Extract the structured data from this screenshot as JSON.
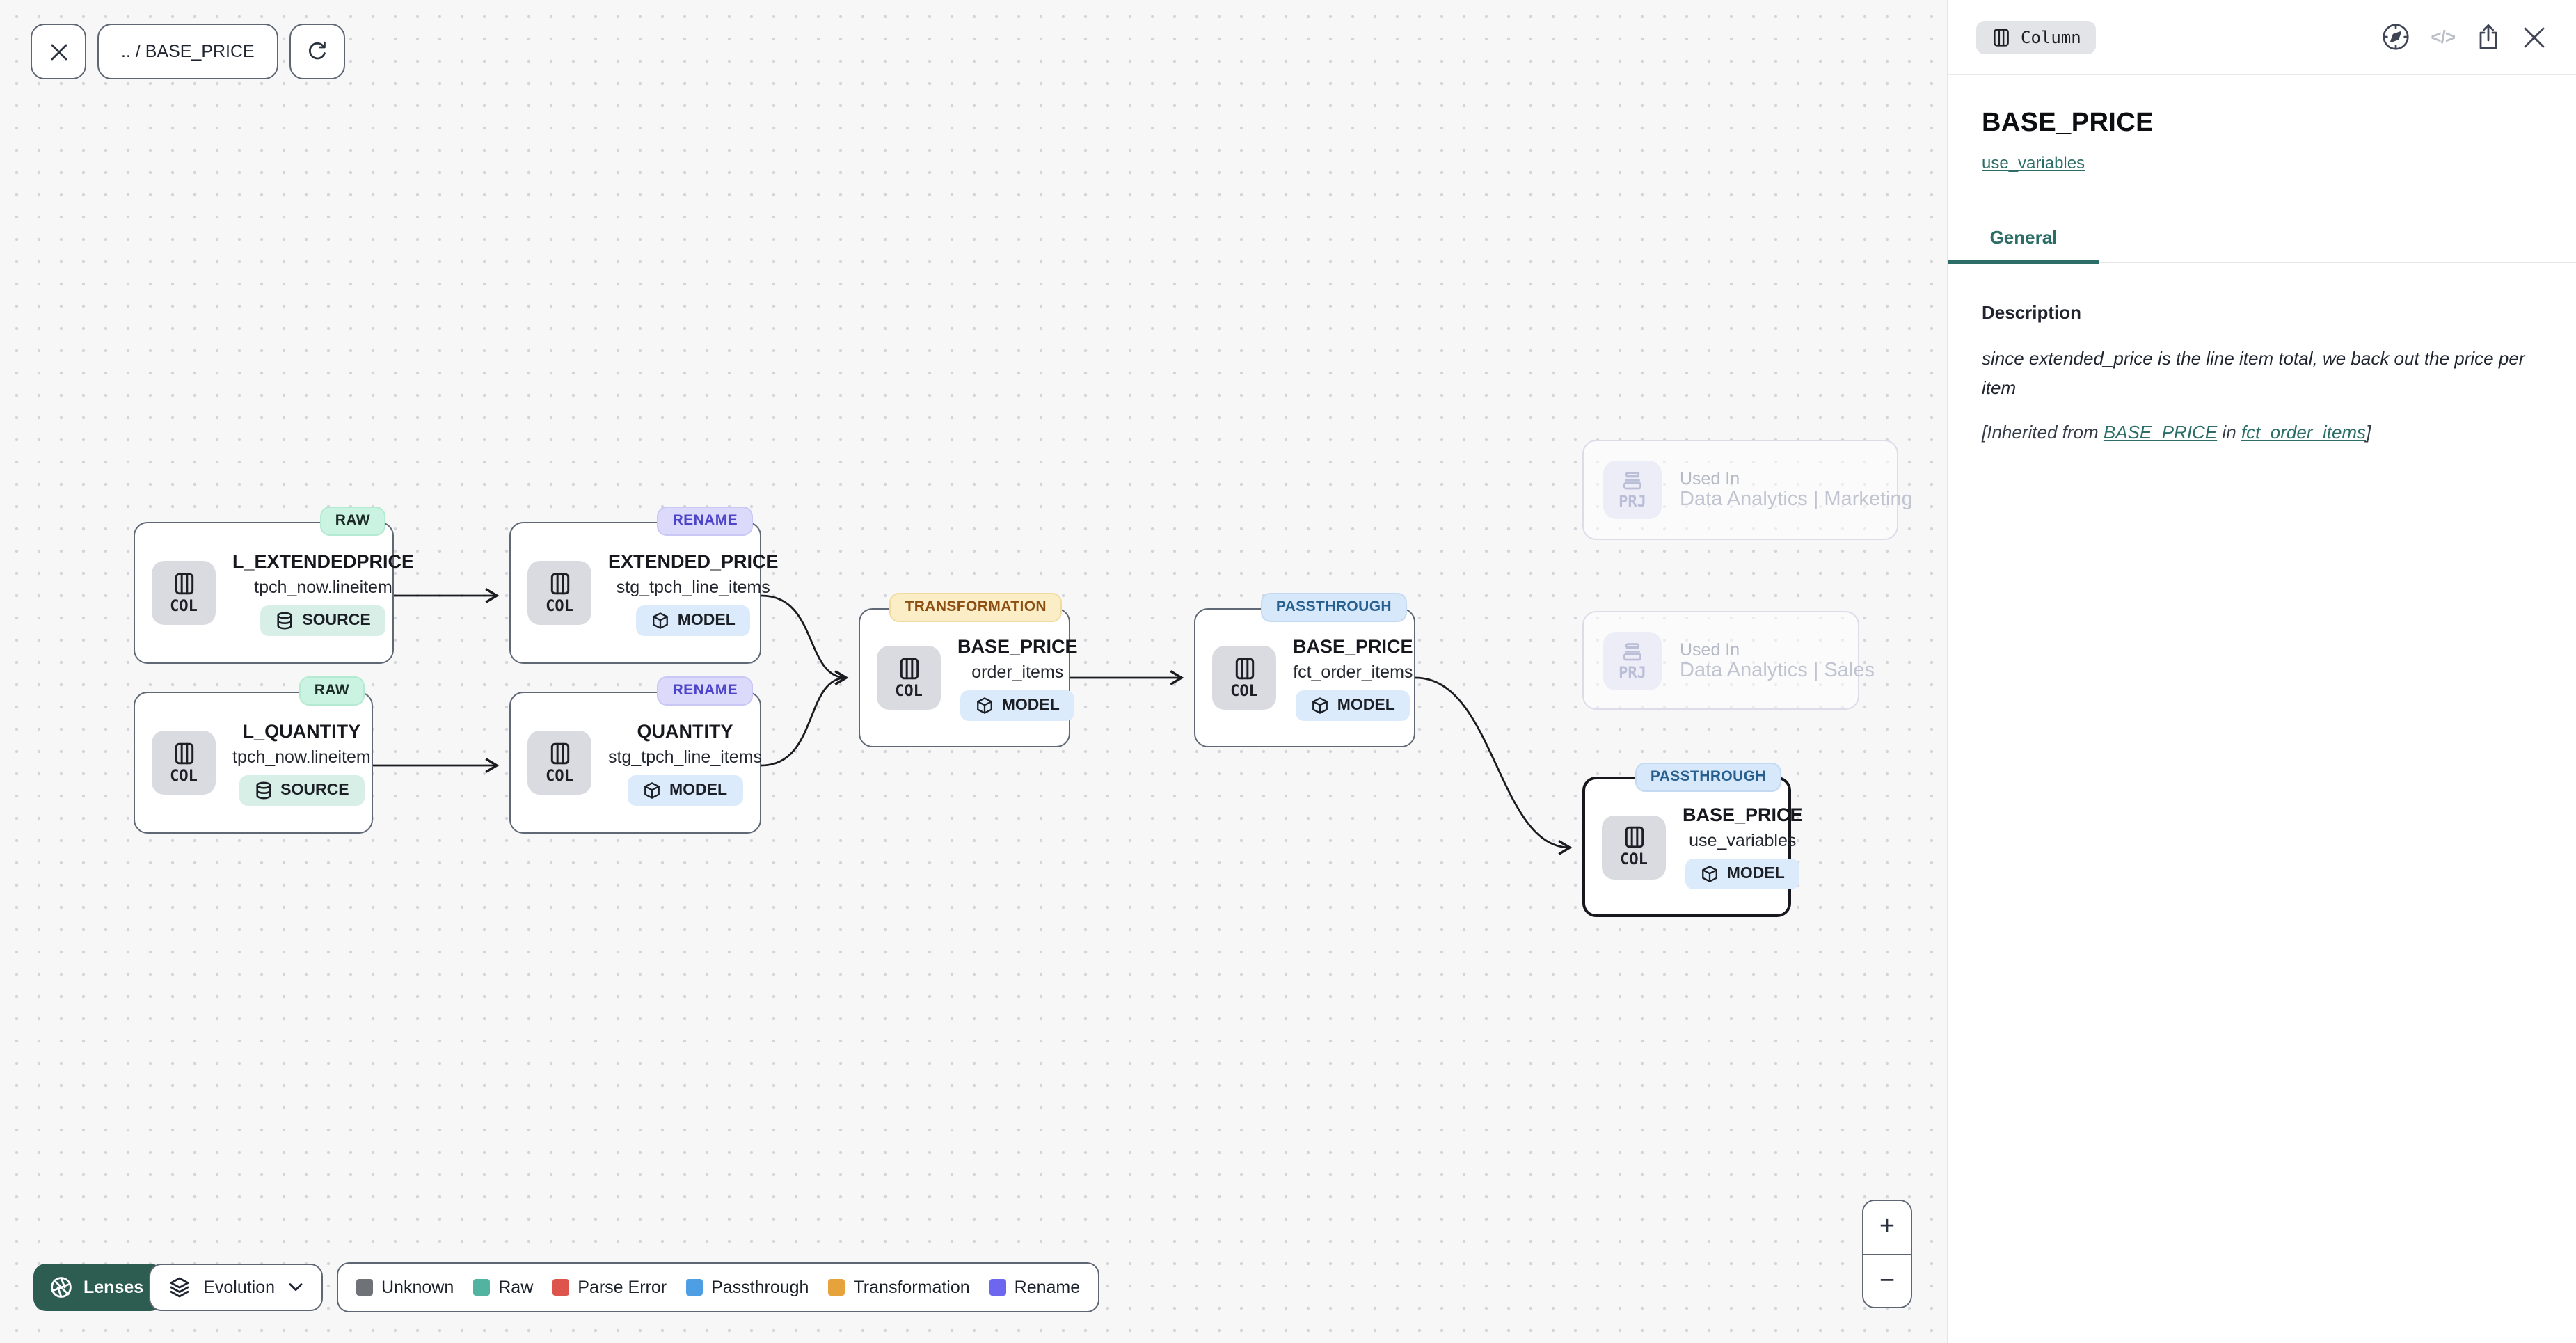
{
  "toolbar": {
    "breadcrumb": ".. / BASE_PRICE"
  },
  "canvas": {
    "nodes": [
      {
        "badge": "RAW",
        "kind": "COL",
        "title": "L_EXTENDEDPRICE",
        "subtitle": "tpch_now.lineitem",
        "type_label": "SOURCE"
      },
      {
        "badge": "RENAME",
        "kind": "COL",
        "title": "EXTENDED_PRICE",
        "subtitle": "stg_tpch_line_items",
        "type_label": "MODEL"
      },
      {
        "badge": "RAW",
        "kind": "COL",
        "title": "L_QUANTITY",
        "subtitle": "tpch_now.lineitem",
        "type_label": "SOURCE"
      },
      {
        "badge": "RENAME",
        "kind": "COL",
        "title": "QUANTITY",
        "subtitle": "stg_tpch_line_items",
        "type_label": "MODEL"
      },
      {
        "badge": "TRANSFORMATION",
        "kind": "COL",
        "title": "BASE_PRICE",
        "subtitle": "order_items",
        "type_label": "MODEL"
      },
      {
        "badge": "PASSTHROUGH",
        "kind": "COL",
        "title": "BASE_PRICE",
        "subtitle": "fct_order_items",
        "type_label": "MODEL"
      },
      {
        "badge": "PASSTHROUGH",
        "kind": "COL",
        "title": "BASE_PRICE",
        "subtitle": "use_variables",
        "type_label": "MODEL",
        "selected": true
      }
    ],
    "ghosts": [
      {
        "kind": "PRJ",
        "label": "Used In",
        "name": "Data Analytics | Marketing"
      },
      {
        "kind": "PRJ",
        "label": "Used In",
        "name": "Data Analytics | Sales"
      }
    ],
    "lenses": {
      "button_label": "Lenses",
      "selected_lens": "Evolution"
    },
    "legend": {
      "items": [
        {
          "label": "Unknown",
          "color": "#6f7277"
        },
        {
          "label": "Raw",
          "color": "#53b3a1"
        },
        {
          "label": "Parse Error",
          "color": "#dc544b"
        },
        {
          "label": "Passthrough",
          "color": "#4d9ee2"
        },
        {
          "label": "Transformation",
          "color": "#e6a33c"
        },
        {
          "label": "Rename",
          "color": "#6d66ef"
        }
      ]
    },
    "zoom": {
      "in_label": "+",
      "out_label": "−"
    }
  },
  "panel": {
    "type_badge": "Column",
    "actions": {
      "code_label": "</>"
    },
    "title": "BASE_PRICE",
    "model_link": "use_variables",
    "tabs": [
      {
        "label": "General"
      }
    ],
    "description": {
      "heading": "Description",
      "body": "since extended_price is the line item total, we back out the price per item",
      "inherited_prefix": "[Inherited from ",
      "inherited_link1": "BASE_PRICE",
      "inherited_mid": " in ",
      "inherited_link2": "fct_order_items",
      "inherited_suffix": "]"
    }
  }
}
